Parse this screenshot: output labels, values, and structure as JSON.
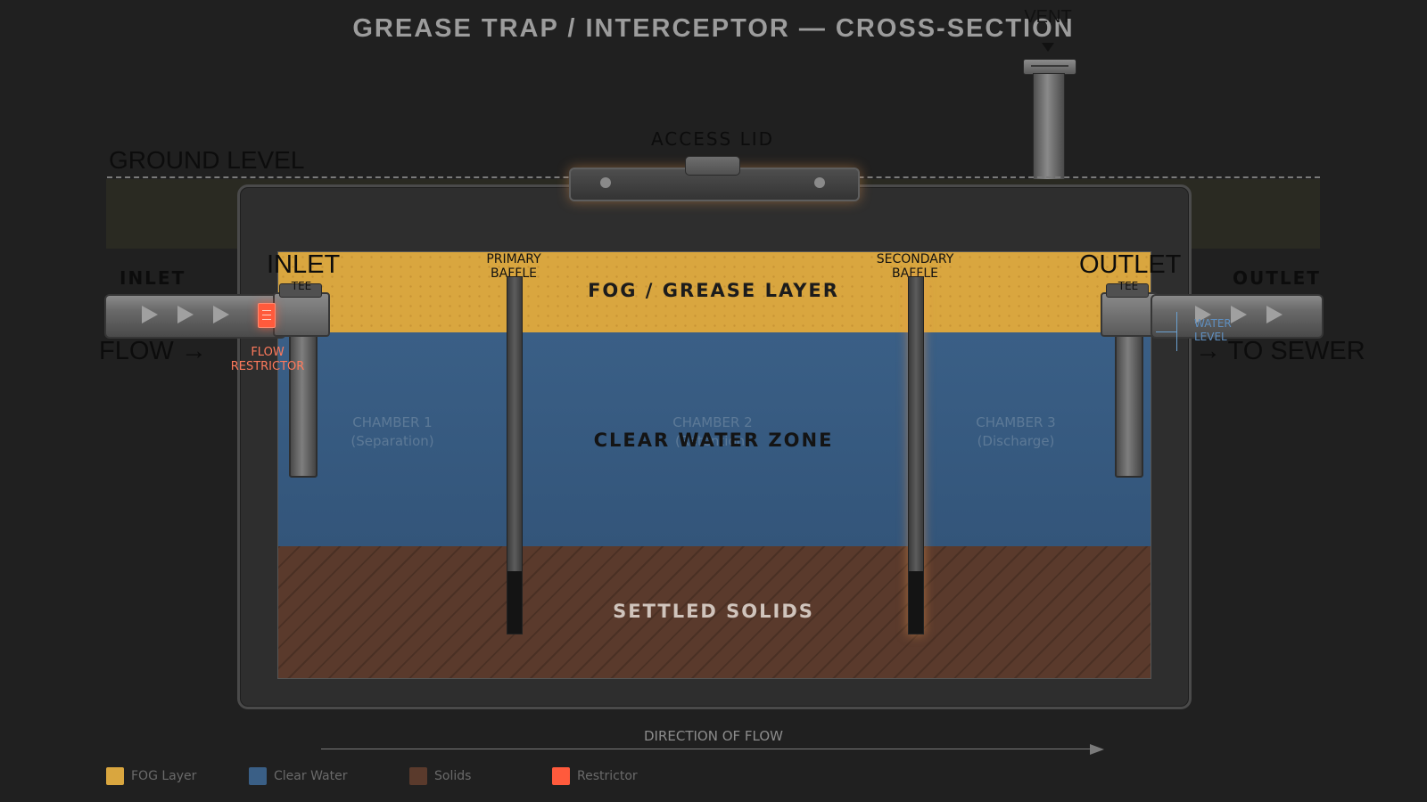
{
  "title": "GREASE TRAP / INTERCEPTOR — CROSS-SECTION",
  "vent": {
    "label": "VENT"
  },
  "ground": {
    "label": "GROUND LEVEL"
  },
  "lid": {
    "label": "ACCESS LID"
  },
  "layers": {
    "fog": "FOG / GREASE LAYER",
    "water": "CLEAR WATER ZONE",
    "solids": "SETTLED SOLIDS"
  },
  "chambers": [
    {
      "name": "CHAMBER 1",
      "role": "(Separation)"
    },
    {
      "name": "CHAMBER 2",
      "role": "(Retention)"
    },
    {
      "name": "CHAMBER 3",
      "role": "(Discharge)"
    }
  ],
  "baffles": {
    "primary": [
      "PRIMARY",
      "BAFFLE"
    ],
    "secondary": [
      "SECONDARY",
      "BAFFLE"
    ]
  },
  "inlet": {
    "pipe_label": "INLET",
    "tee_title": "INLET",
    "tee_label": "TEE",
    "flow_label": "FLOW →"
  },
  "outlet": {
    "pipe_label": "OUTLET",
    "tee_title": "OUTLET",
    "tee_label": "TEE",
    "flow_label": "→ TO SEWER"
  },
  "restrictor": {
    "lines": [
      "FLOW",
      "RESTRICTOR"
    ]
  },
  "water_level": {
    "lines": [
      "WATER",
      "LEVEL"
    ]
  },
  "flow_direction": "DIRECTION OF FLOW",
  "legend": [
    {
      "label": "FOG Layer",
      "color": "#d9a63f"
    },
    {
      "label": "Clear Water",
      "color": "#3a5f86"
    },
    {
      "label": "Solids",
      "color": "#5a3a2c"
    },
    {
      "label": "Restrictor",
      "color": "#ff5a3c"
    }
  ],
  "colors": {
    "fog": "#d9a63f",
    "water": "#3a5f86",
    "solids": "#5a3a2c",
    "restrictor": "#ff5a3c",
    "glow": "#e6964f"
  }
}
